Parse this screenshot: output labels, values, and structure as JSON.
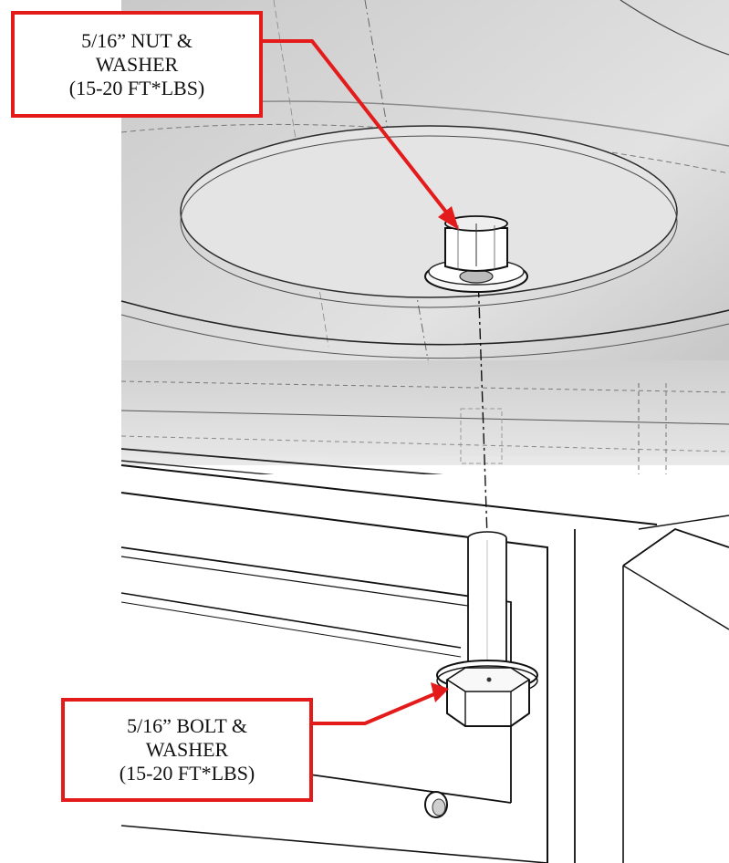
{
  "callouts": {
    "nut": {
      "line1": "5/16” NUT &",
      "line2": "WASHER",
      "line3": "(15-20 FT*LBS)"
    },
    "bolt": {
      "line1": "5/16” BOLT &",
      "line2": "WASHER",
      "line3": "(15-20 FT*LBS)"
    }
  },
  "colors": {
    "callout_red": "#e41b1b",
    "panel_gray": "#dcdcdc",
    "line": "#1a1a1a"
  }
}
